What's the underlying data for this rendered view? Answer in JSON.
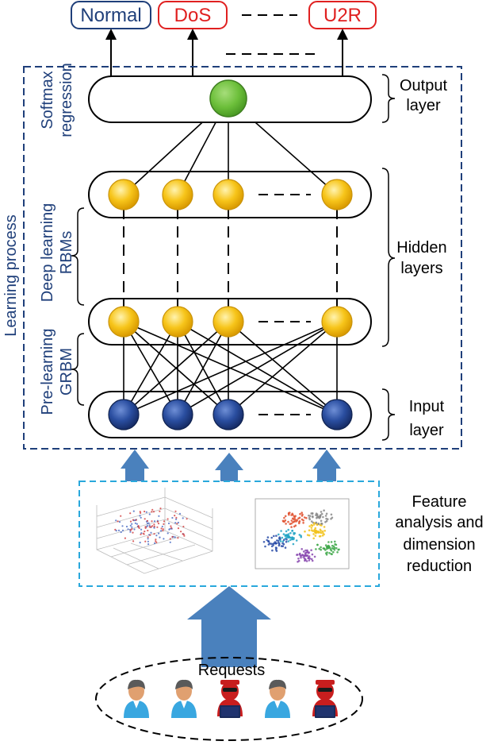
{
  "outputs": {
    "normal": "Normal",
    "dos": "DoS",
    "u2r": "U2R"
  },
  "labels": {
    "learning_process": "Learning process",
    "softmax_line1": "Softmax",
    "softmax_line2": "regression",
    "deep_learning_line1": "Deep learning",
    "deep_learning_line2": "RBMs",
    "pre_learning_line1": "Pre-learning",
    "pre_learning_line2": "GRBM",
    "output_layer_line1": "Output",
    "output_layer_line2": "layer",
    "hidden_layers_line1": "Hidden",
    "hidden_layers_line2": "layers",
    "input_layer_line1": "Input",
    "input_layer_line2": "layer",
    "feature_line1": "Feature",
    "feature_line2": "analysis and",
    "feature_line3": "dimension",
    "feature_line4": "reduction",
    "requests": "Requests"
  },
  "colors": {
    "dark_blue": "#1f3f7a",
    "red": "#e02020",
    "cyan": "#29a8dc",
    "output_node": "#77c244",
    "hidden_node": "#f7c51a",
    "input_node": "#2a4ea0",
    "arrow_blue": "#4a81bd"
  },
  "users": [
    {
      "icon": "user-icon"
    },
    {
      "icon": "user-icon"
    },
    {
      "icon": "hacker-icon"
    },
    {
      "icon": "user-icon"
    },
    {
      "icon": "hacker-icon"
    }
  ]
}
